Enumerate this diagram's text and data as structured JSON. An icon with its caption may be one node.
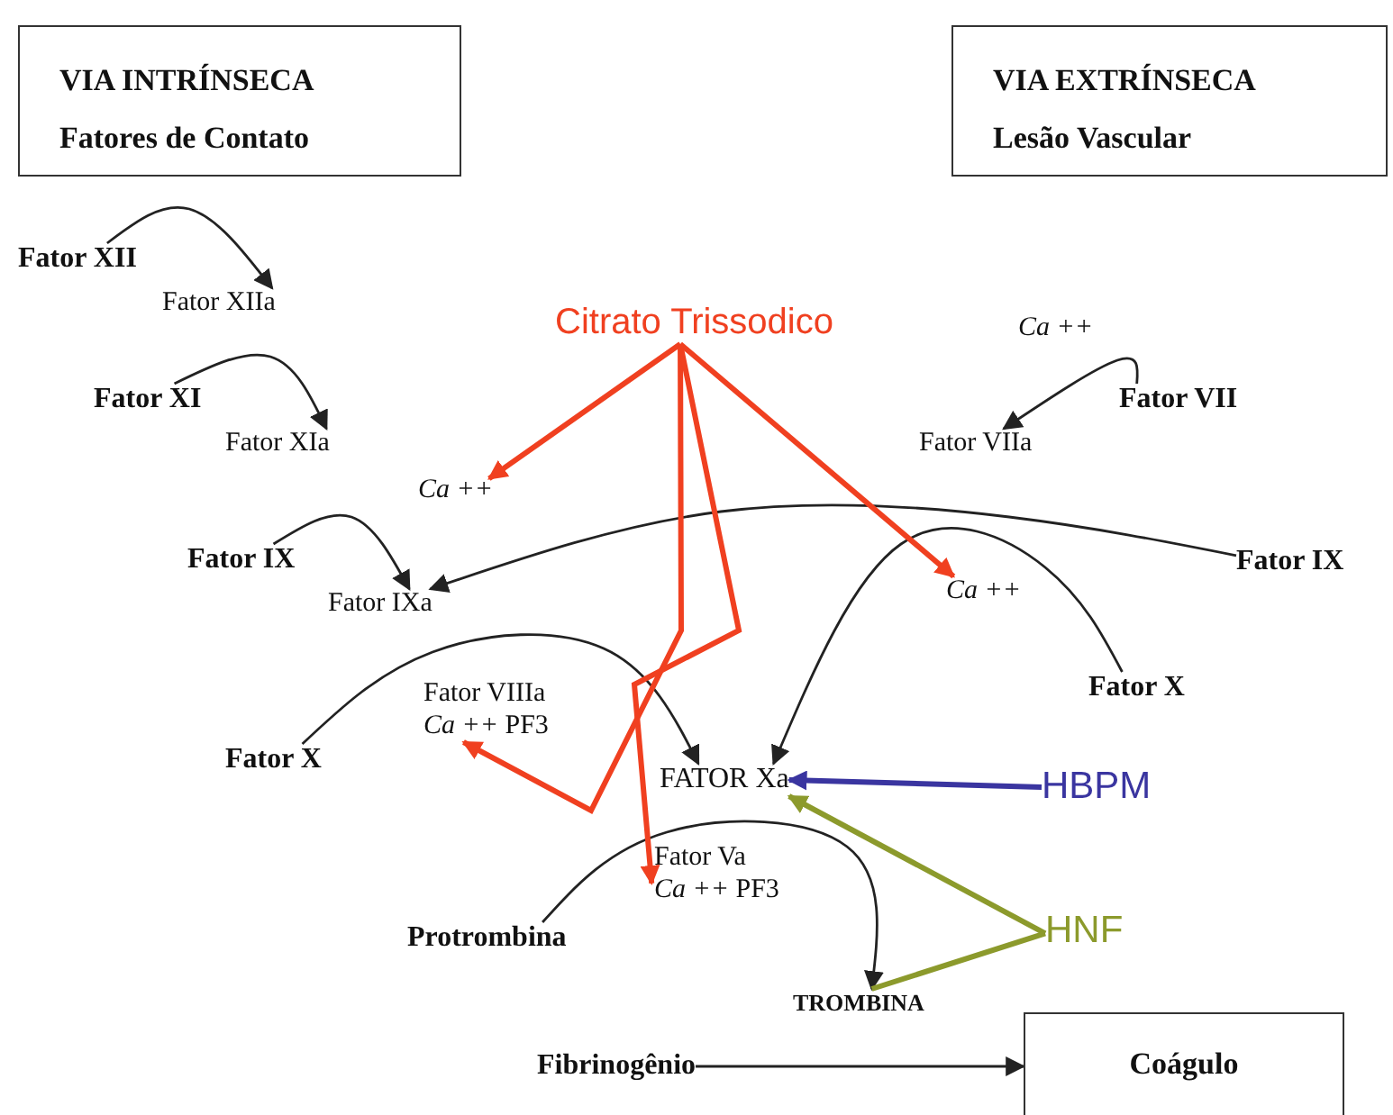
{
  "diagram": {
    "nodes": [
      {
        "text": [
          "VIA INTRÍNSECA",
          "Fatores de Contato"
        ]
      },
      {
        "text": [
          "VIA EXTRÍNSECA",
          "Lesão Vascular"
        ]
      },
      {
        "text": [
          "Fator XII"
        ]
      },
      {
        "text": [
          "Fator XIIa"
        ]
      },
      {
        "text": [
          "Fator XI"
        ]
      },
      {
        "text": [
          "Fator XIa"
        ]
      },
      {
        "text": [
          "Ca ++"
        ]
      },
      {
        "text": [
          "Fator IX"
        ]
      },
      {
        "text": [
          "Fator IXa"
        ]
      },
      {
        "text": [
          "Citrato Trissodico"
        ]
      },
      {
        "text": [
          "Ca ++"
        ]
      },
      {
        "text": [
          "Fator VII"
        ]
      },
      {
        "text": [
          "Fator VIIa"
        ]
      },
      {
        "text": [
          "Fator IX"
        ]
      },
      {
        "text": [
          "Ca ++"
        ]
      },
      {
        "text": [
          "Fator X"
        ]
      },
      {
        "text": [
          "Fator X"
        ]
      },
      {
        "text": [
          "Fator VIIIa",
          "*Ca ++* PF3"
        ]
      },
      {
        "text": [
          "FATOR Xa"
        ]
      },
      {
        "text": [
          "HBPM"
        ]
      },
      {
        "text": [
          "Fator Va",
          "*Ca ++* PF3"
        ]
      },
      {
        "text": [
          "Protrombina"
        ]
      },
      {
        "text": [
          "HNF"
        ]
      },
      {
        "text": [
          "TROMBINA"
        ]
      },
      {
        "text": [
          "Fibrinogênio"
        ]
      },
      {
        "text": [
          "Coágulo"
        ]
      }
    ],
    "edges": [
      {
        "from": 2,
        "to": 3,
        "arrow": "to"
      },
      {
        "from": 4,
        "to": 5,
        "arrow": "to"
      },
      {
        "from": 7,
        "to": 8,
        "arrow": "to"
      },
      {
        "from": 13,
        "to": 8,
        "arrow": "to"
      },
      {
        "from": 11,
        "to": 12,
        "arrow": "to"
      },
      {
        "from": 15,
        "to": 18,
        "arrow": "to"
      },
      {
        "from": 16,
        "to": 18,
        "arrow": "to"
      },
      {
        "from": 21,
        "to": 23,
        "arrow": "to"
      },
      {
        "from": 24,
        "to": 25,
        "arrow": "to"
      },
      {
        "from": 9,
        "to": 6,
        "arrow": "to",
        "style": "thick",
        "color": "#f04020"
      },
      {
        "from": 9,
        "to": 14,
        "arrow": "to",
        "style": "thick",
        "color": "#f04020"
      },
      {
        "from": 9,
        "to": 17,
        "arrow": "to",
        "style": "thick",
        "color": "#f04020"
      },
      {
        "from": 9,
        "to": 20,
        "arrow": "to",
        "style": "thick",
        "color": "#f04020"
      },
      {
        "from": 19,
        "to": 18,
        "arrow": "to",
        "style": "thick",
        "color": "#3a35a0"
      },
      {
        "from": 22,
        "to": 18,
        "arrow": "to",
        "style": "thick",
        "color": "#8c9a2c"
      },
      {
        "from": 22,
        "to": 23,
        "arrow": "none",
        "style": "thick",
        "color": "#8c9a2c"
      }
    ]
  }
}
